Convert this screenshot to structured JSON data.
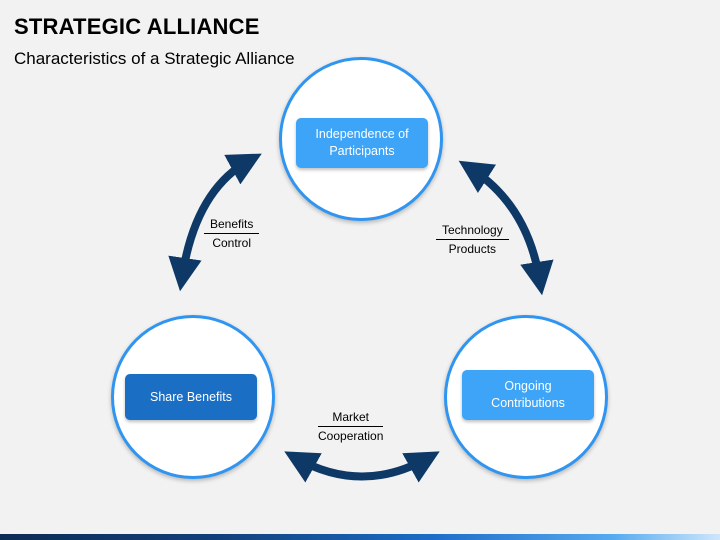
{
  "header": {
    "title": "STRATEGIC ALLIANCE",
    "subtitle": "Characteristics of a Strategic Alliance"
  },
  "nodes": {
    "top": "Independence of Participants",
    "left": "Share Benefits",
    "right": "Ongoing Contributions"
  },
  "edges": {
    "left": {
      "top": "Benefits",
      "bottom": "Control"
    },
    "right": {
      "top": "Technology",
      "bottom": "Products"
    },
    "bottom": {
      "top": "Market",
      "bottom": "Cooperation"
    }
  },
  "colors": {
    "circle_border": "#2f95f0",
    "box_light": "#3ea4f7",
    "box_dark": "#1a6fc5",
    "arrow": "#0e3866"
  }
}
